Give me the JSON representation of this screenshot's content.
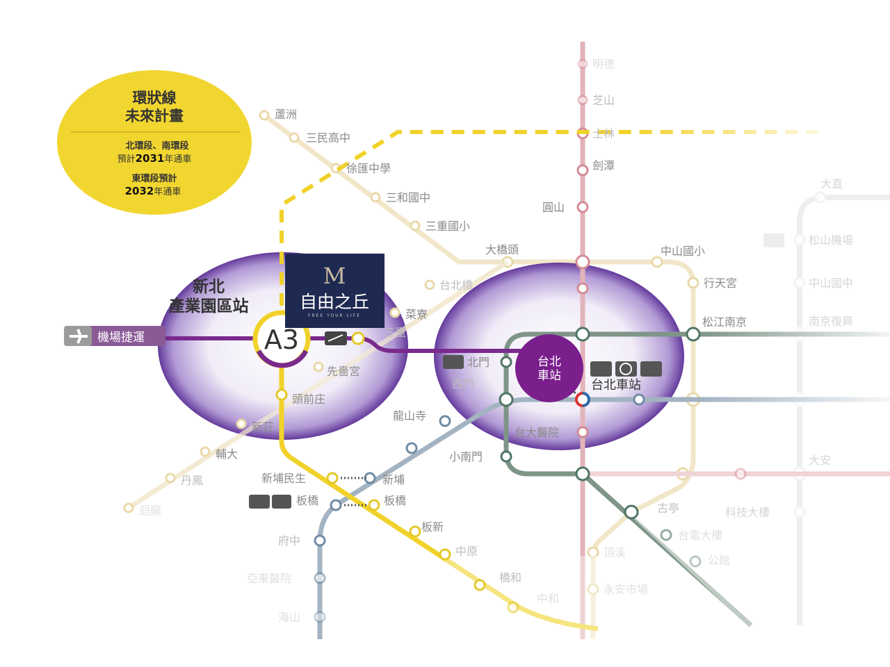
{
  "colors": {
    "circular_line": "#f0d22a",
    "airport_line": "#7a2a8c",
    "red_line": "#d9a3aa",
    "green_line": "#6f8a7c",
    "blue_line": "#9fb0bf",
    "orange_line": "#efe3c4",
    "brown_line": "#e6e6e6",
    "info_bg": "#f2d630",
    "logo_bg": "#1f2a52",
    "halo": "#6a3fa0"
  },
  "info": {
    "title_line1": "環狀線",
    "title_line2": "未來計畫",
    "north_south": "北環段、南環段",
    "forecast1_prefix": "預計",
    "year1": "2031",
    "suffix1": "年通車",
    "east": "東環段預計",
    "year2": "2032",
    "suffix2": "年通車"
  },
  "logo": {
    "name": "自由之丘",
    "tagline": "FREE YOUR LIFE",
    "mark": "M"
  },
  "highlight": {
    "line1": "新北",
    "line2": "產業園區站",
    "code": "A3"
  },
  "airport_label": "機場捷運",
  "taipei_main": {
    "badge_line1": "台北",
    "badge_line2": "車站",
    "label": "台北車站"
  },
  "stations": {
    "red": [
      "明德",
      "芝山",
      "士林",
      "劍潭",
      "圓山",
      "台大醫院"
    ],
    "orange": [
      "蘆洲",
      "三民高中",
      "徐匯中學",
      "三和國中",
      "三重國小",
      "大橋頭",
      "台北橋",
      "菜寮",
      "三重",
      "先嗇宮",
      "新莊",
      "輔大",
      "丹鳳",
      "迴龍",
      "中山國小",
      "行天宮",
      "松江南京",
      "古亭",
      "頂溪",
      "永安市場"
    ],
    "yellow": [
      "頭前庄",
      "新埔民生",
      "板橋",
      "板新",
      "中原",
      "橋和",
      "中和"
    ],
    "blue": [
      "北門",
      "西門",
      "龍山寺",
      "新埔",
      "板橋",
      "府中",
      "亞東醫院",
      "海山",
      "小南門"
    ],
    "green": [
      "台電大樓",
      "公館"
    ],
    "brown": [
      "大直",
      "松山機場",
      "中山國中",
      "南京復興",
      "大安",
      "科技大樓"
    ]
  }
}
